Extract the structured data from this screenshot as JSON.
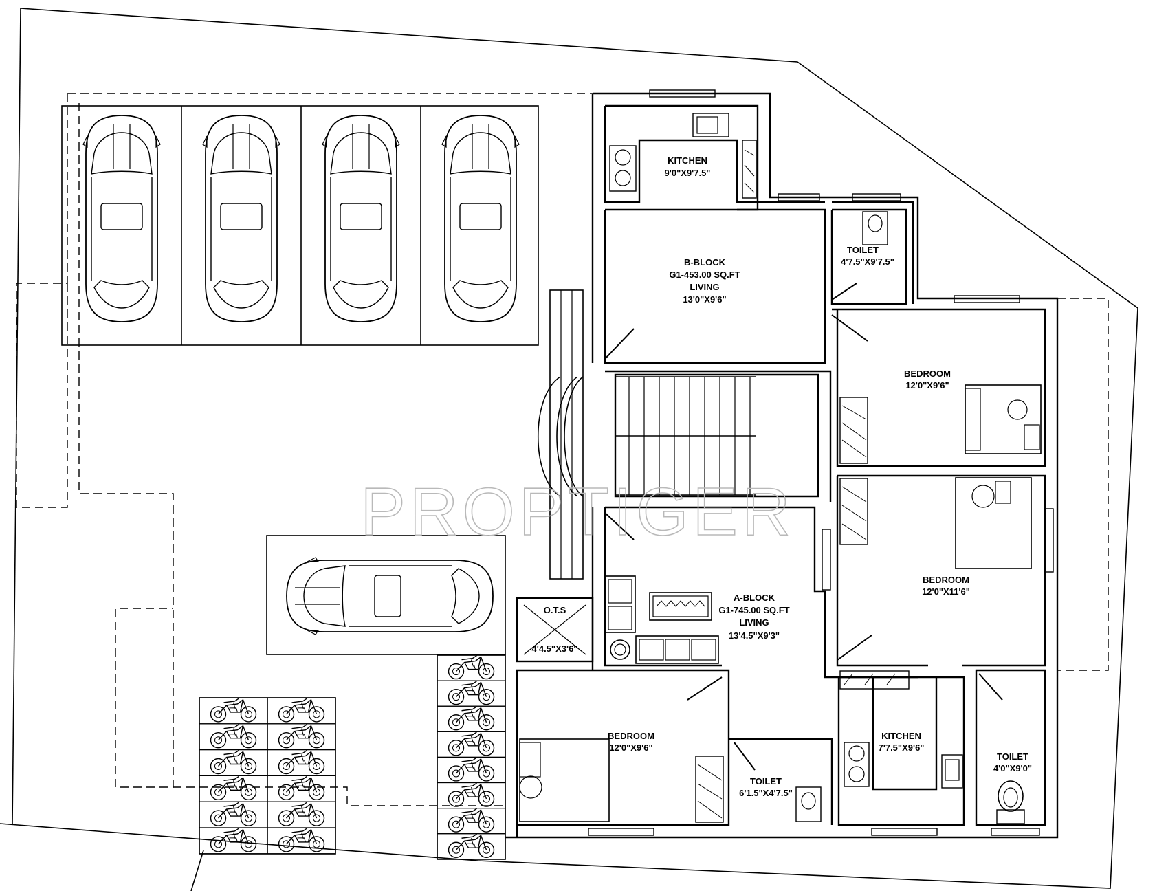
{
  "watermark": "PROPTIGER",
  "rooms": {
    "kitchen_b": {
      "name": "KITCHEN",
      "size": "9'0\"X9'7.5\""
    },
    "b_block": {
      "title": "B-BLOCK",
      "area": "G1-453.00 SQ.FT",
      "name": "LIVING",
      "size": "13'0\"X9'6\""
    },
    "toilet_b": {
      "name": "TOILET",
      "size": "4'7.5\"X9'7.5\""
    },
    "bedroom_1": {
      "name": "BEDROOM",
      "size": "12'0\"X9'6\""
    },
    "bedroom_2": {
      "name": "BEDROOM",
      "size": "12'0\"X11'6\""
    },
    "a_block": {
      "title": "A-BLOCK",
      "area": "G1-745.00 SQ.FT",
      "name": "LIVING",
      "size": "13'4.5\"X9'3\""
    },
    "ots": {
      "name": "O.T.S",
      "size": "4'4.5\"X3'6\""
    },
    "bedroom_3": {
      "name": "BEDROOM",
      "size": "12'0\"X9'6\""
    },
    "toilet_a1": {
      "name": "TOILET",
      "size": "6'1.5\"X4'7.5\""
    },
    "kitchen_a": {
      "name": "KITCHEN",
      "size": "7'7.5\"X9'6\""
    },
    "toilet_a2": {
      "name": "TOILET",
      "size": "4'0\"X9'0\""
    }
  },
  "parking": {
    "cars_in_row": 4,
    "motorbikes": 20
  }
}
